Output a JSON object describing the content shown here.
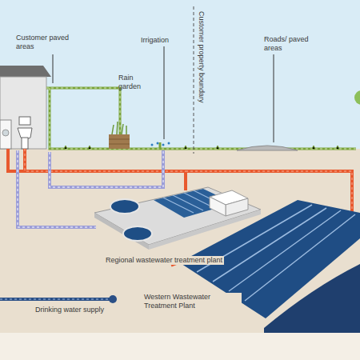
{
  "diagram": {
    "labels": [
      "Customer paved areas",
      "Irrigation",
      "Rain garden",
      "Customer property boundary",
      "Roads/ paved areas",
      "Regional wastewater treatment plant",
      "Western Wastewater Treatment Plant",
      "Drinking water supply"
    ]
  }
}
